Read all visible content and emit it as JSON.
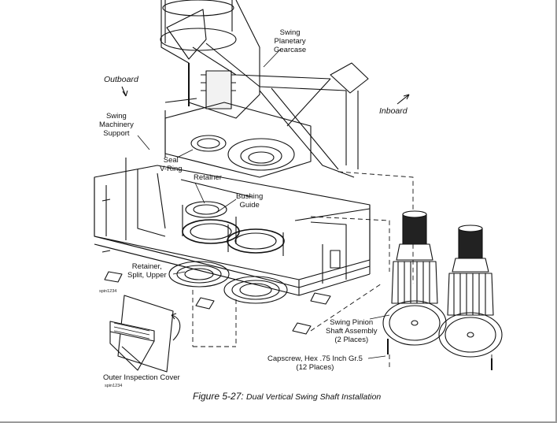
{
  "labels": {
    "swing_planetary_gearcase": [
      "Swing",
      "Planetary",
      "Gearcase"
    ],
    "outboard": "Outboard",
    "inboard": "Inboard",
    "swing_machinery_support": [
      "Swing",
      "Machinery",
      "Support"
    ],
    "seal_vring": [
      "Seal",
      "V-Ring"
    ],
    "retainer": "Retainer",
    "bushing_guide": [
      "Bushing",
      "Guide"
    ],
    "retainer_split_upper": [
      "Retainer,",
      "Split, Upper"
    ],
    "swing_pinion_shaft_assembly": [
      "Swing Pinion",
      "Shaft Assembly",
      "(2 Places)"
    ],
    "capscrew": [
      "Capscrew, Hex .75 Inch Gr.5",
      "(12 Places)"
    ],
    "outer_inspection_cover": "Outer Inspection Cover",
    "part_ref_1": "spin1234",
    "part_ref_2": "spin1234"
  },
  "caption": {
    "figure_number": "Figure 5-27:",
    "title": "Dual Vertical Swing Shaft Installation"
  }
}
